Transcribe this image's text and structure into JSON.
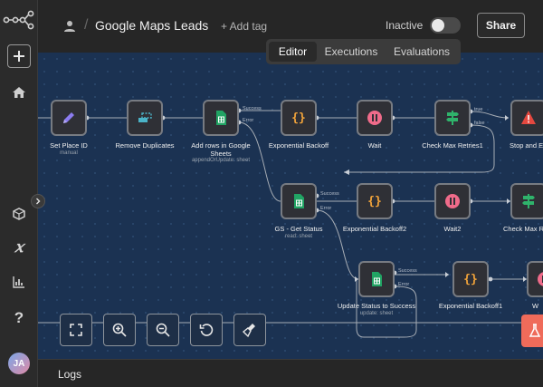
{
  "sidebar": {
    "logo_icon": "n8n-logo-icon",
    "add_icon": "plus-icon",
    "items": [
      "home-icon",
      "box-icon",
      "variables-icon",
      "insights-icon",
      "help-icon"
    ],
    "avatar_initials": "JA"
  },
  "header": {
    "title": "Google Maps Leads",
    "add_tag": "+ Add tag",
    "status_label": "Inactive",
    "active": false,
    "share_label": "Share"
  },
  "tabs": [
    {
      "label": "Editor",
      "active": true
    },
    {
      "label": "Executions",
      "active": false
    },
    {
      "label": "Evaluations",
      "active": false
    }
  ],
  "nodes": {
    "set_place_id": {
      "label": "Set Place ID",
      "sub": "manual",
      "icon": "pencil-icon"
    },
    "remove_duplicates": {
      "label": "Remove Duplicates",
      "icon": "dedupe-icon"
    },
    "add_rows": {
      "label": "Add rows in Google Sheets",
      "sub": "appendOrUpdate: sheet",
      "icon": "google-sheets-icon",
      "port_success": "Success",
      "port_error": "Error"
    },
    "exp_backoff": {
      "label": "Exponential Backoff",
      "icon": "code-braces-icon"
    },
    "wait": {
      "label": "Wait",
      "icon": "pause-icon"
    },
    "check_max_retries1": {
      "label": "Check Max Retries1",
      "icon": "signpost-icon",
      "port_true": "true",
      "port_false": "false"
    },
    "stop_error": {
      "label": "Stop and Er",
      "icon": "warning-icon"
    },
    "gs_get_status": {
      "label": "GS - Get Status",
      "sub": "read: sheet",
      "icon": "google-sheets-icon",
      "port_success": "Success",
      "port_error": "Error"
    },
    "exp_backoff2": {
      "label": "Exponential Backoff2",
      "icon": "code-braces-icon"
    },
    "wait2": {
      "label": "Wait2",
      "icon": "pause-icon"
    },
    "check_max_retries": {
      "label": "Check Max Re",
      "icon": "signpost-icon"
    },
    "update_status": {
      "label": "Update Status to Success",
      "sub": "update: sheet",
      "icon": "google-sheets-icon",
      "port_success": "Success",
      "port_error": "Error"
    },
    "exp_backoff1": {
      "label": "Exponential Backoff1",
      "icon": "code-braces-icon"
    },
    "wait_partial": {
      "label": "W",
      "icon": "pause-icon"
    }
  },
  "toolbar": [
    "fit-view-icon",
    "zoom-in-icon",
    "zoom-out-icon",
    "reset-zoom-icon",
    "tidy-up-icon"
  ],
  "logs_label": "Logs",
  "colors": {
    "canvas": "#1b3252",
    "sheets_green": "#21a464",
    "code_orange": "#f4a53a",
    "wait_pink": "#f06b8a",
    "if_green": "#2fb36b",
    "error_red": "#e5483f",
    "pencil_purple": "#8c7cf0",
    "dedupe_teal": "#4bb3c8"
  }
}
